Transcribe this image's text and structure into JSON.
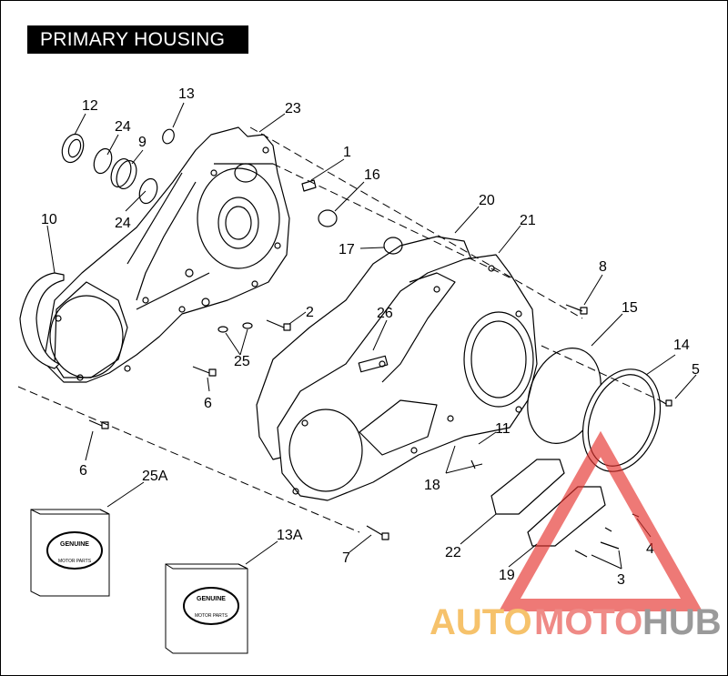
{
  "title": "PRIMARY HOUSING",
  "callouts": [
    {
      "id": "c12",
      "label": "12"
    },
    {
      "id": "c13",
      "label": "13"
    },
    {
      "id": "c23",
      "label": "23"
    },
    {
      "id": "c24a",
      "label": "24"
    },
    {
      "id": "c9",
      "label": "9"
    },
    {
      "id": "c24b",
      "label": "24"
    },
    {
      "id": "c10",
      "label": "10"
    },
    {
      "id": "c1",
      "label": "1"
    },
    {
      "id": "c16",
      "label": "16"
    },
    {
      "id": "c20",
      "label": "20"
    },
    {
      "id": "c21",
      "label": "21"
    },
    {
      "id": "c17",
      "label": "17"
    },
    {
      "id": "c8",
      "label": "8"
    },
    {
      "id": "c2",
      "label": "2"
    },
    {
      "id": "c25",
      "label": "25"
    },
    {
      "id": "c26",
      "label": "26"
    },
    {
      "id": "c15",
      "label": "15"
    },
    {
      "id": "c14",
      "label": "14"
    },
    {
      "id": "c5",
      "label": "5"
    },
    {
      "id": "c6a",
      "label": "6"
    },
    {
      "id": "c6b",
      "label": "6"
    },
    {
      "id": "c11",
      "label": "11"
    },
    {
      "id": "c18",
      "label": "18"
    },
    {
      "id": "c25A",
      "label": "25A"
    },
    {
      "id": "c13A",
      "label": "13A"
    },
    {
      "id": "c7",
      "label": "7"
    },
    {
      "id": "c22",
      "label": "22"
    },
    {
      "id": "c19",
      "label": "19"
    },
    {
      "id": "c4",
      "label": "4"
    },
    {
      "id": "c3",
      "label": "3"
    }
  ],
  "kit_box_text": {
    "line1": "GENUINE",
    "line2": "MOTOR PARTS"
  },
  "watermark": {
    "part1": "AUTO",
    "part2": "MOTO",
    "part3": "HUB",
    "color_auto": "#f6c26b",
    "color_moto": "#ef8a86",
    "color_hub": "#9a9a9a",
    "triangle_color": "#e5312c"
  }
}
